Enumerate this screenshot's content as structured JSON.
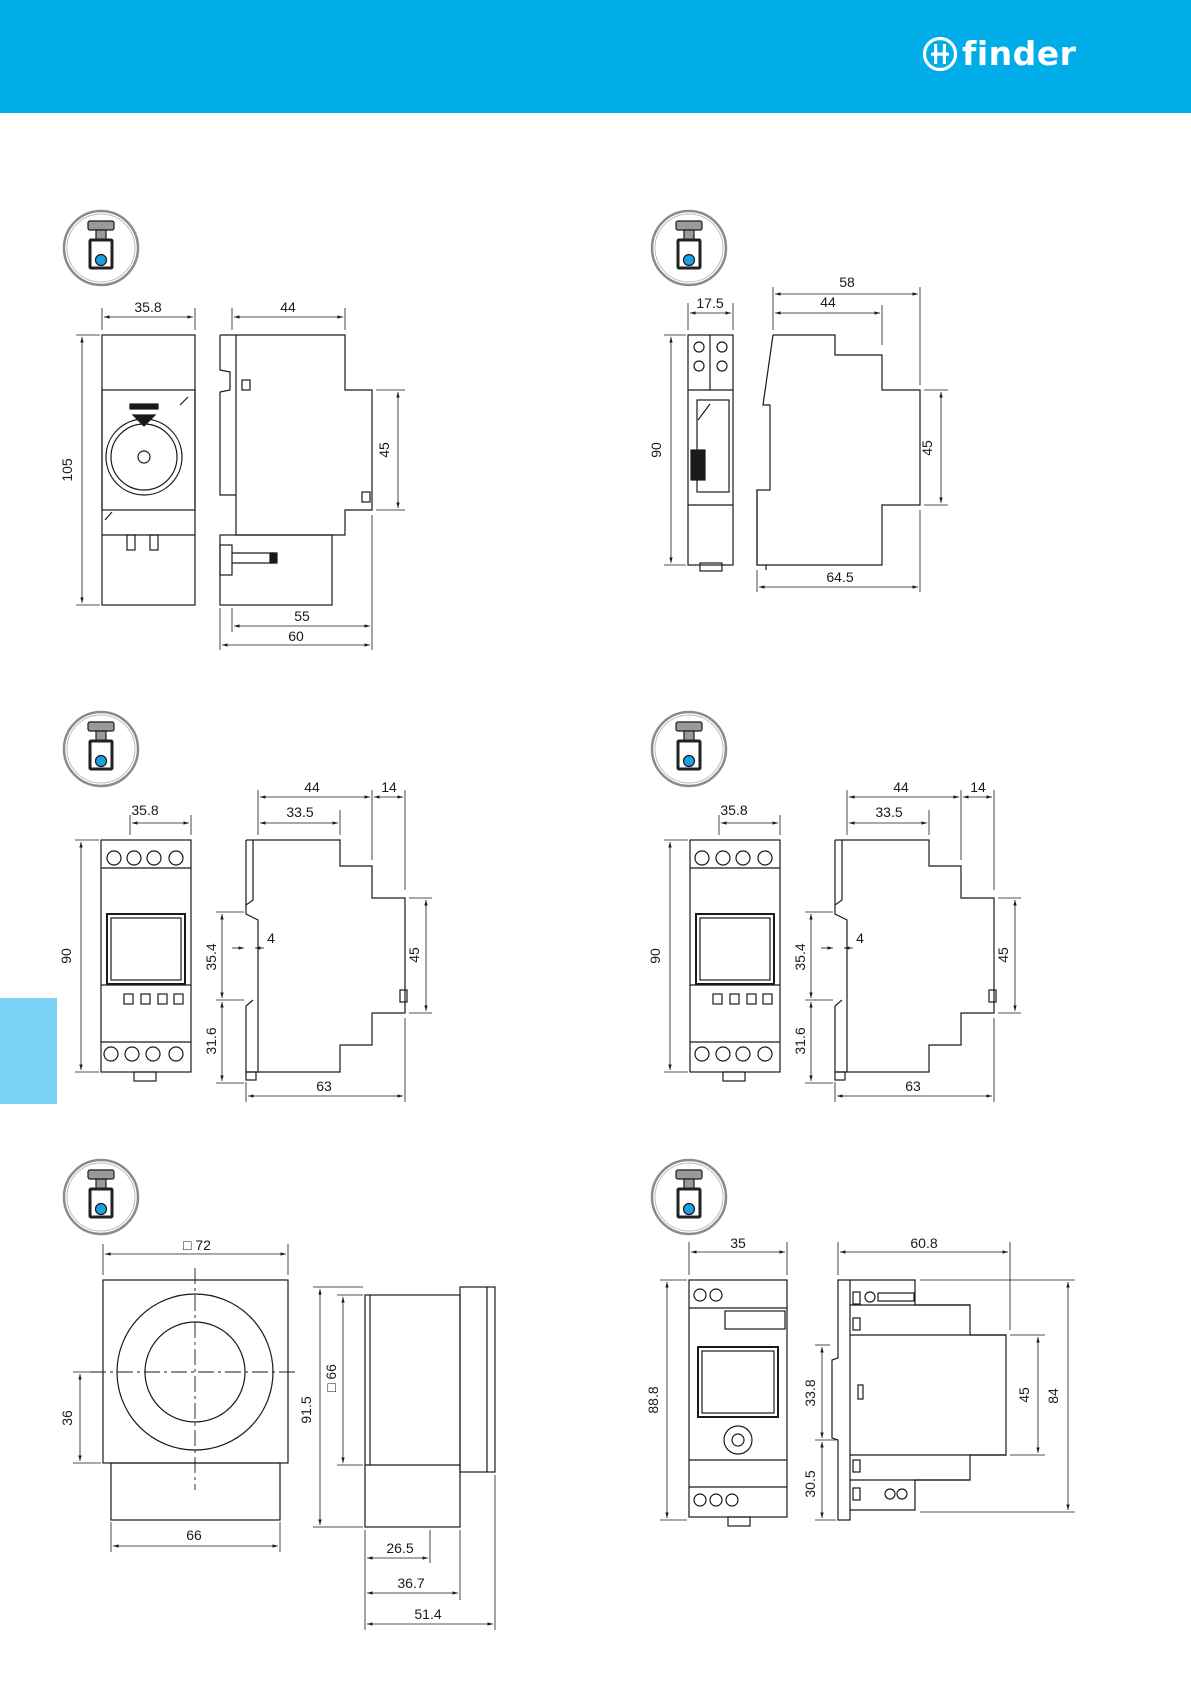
{
  "brand": {
    "name": "finder"
  },
  "colors": {
    "header": "#00ade9",
    "side_tab": "#7cd3f5",
    "dot": "#1e9fe0",
    "stroke": "#1a1a1a"
  },
  "icons": [
    "screw-terminal-icon"
  ],
  "panels": [
    {
      "id": "top-left",
      "dims": {
        "width_front": "35.8",
        "depth": "44",
        "height": "105",
        "height_body": "45",
        "depth_a": "55",
        "depth_b": "60"
      }
    },
    {
      "id": "top-right",
      "dims": {
        "width_front": "17.5",
        "depth_inner": "44",
        "depth_total": "58",
        "height": "90",
        "height_body": "45",
        "depth_base": "64.5"
      }
    },
    {
      "id": "mid-left",
      "dims": {
        "width_front": "35.8",
        "depth_a": "44",
        "depth_b": "33.5",
        "depth_c": "14",
        "height": "90",
        "upper": "35.4",
        "lower": "31.6",
        "rail": "4",
        "height_body": "45",
        "depth_total": "63"
      }
    },
    {
      "id": "mid-right",
      "dims": {
        "width_front": "35.8",
        "depth_a": "44",
        "depth_b": "33.5",
        "depth_c": "14",
        "height": "90",
        "upper": "35.4",
        "lower": "31.6",
        "rail": "4",
        "height_body": "45",
        "depth_total": "63"
      }
    },
    {
      "id": "bottom-left",
      "dims": {
        "square_front": "□ 72",
        "offset": "36",
        "base": "66",
        "height": "91.5",
        "square_side": "□ 66",
        "d1": "26.5",
        "d2": "36.7",
        "d3": "51.4"
      }
    },
    {
      "id": "bottom-right",
      "dims": {
        "width_front": "35",
        "height": "88.8",
        "depth_total": "60.8",
        "upper": "33.8",
        "lower": "30.5",
        "height_body": "45",
        "height_total": "84"
      }
    }
  ]
}
